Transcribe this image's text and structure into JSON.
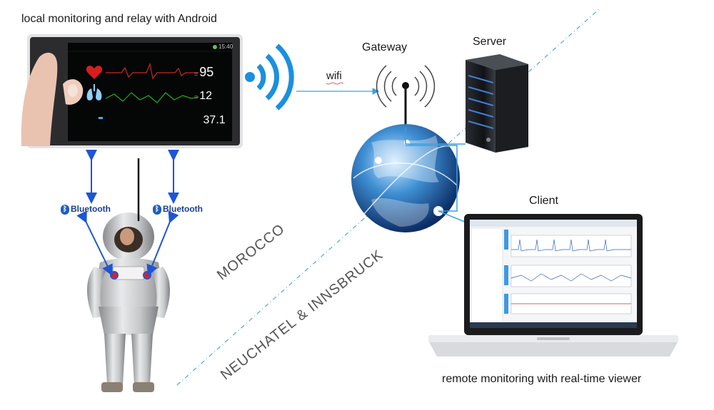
{
  "labels": {
    "android": "local monitoring and relay with Android",
    "gateway": "Gateway",
    "server": "Server",
    "client": "Client",
    "wifi": "wifi",
    "remote": "remote monitoring with real-time viewer",
    "bluetooth_left": "Bluetooth",
    "bluetooth_right": "Bluetooth",
    "region_a": "MOROCCO",
    "region_b": "NEUCHATEL & INNSBRUCK"
  },
  "tablet": {
    "heart_rate": "95",
    "resp_rate": "12",
    "temperature": "37.1",
    "status_time": "15:40"
  },
  "colors": {
    "accent": "#3aa0e0",
    "arrow": "#1d55d6",
    "sensor": "#e02020",
    "heart": "#d81e1e",
    "ecg": "#c82828",
    "resp": "#22b022"
  },
  "icons": [
    "wifi-signal-icon",
    "bluetooth-icon",
    "antenna-icon",
    "globe-icon",
    "server-icon",
    "laptop-icon",
    "heart-icon",
    "lungs-icon"
  ]
}
